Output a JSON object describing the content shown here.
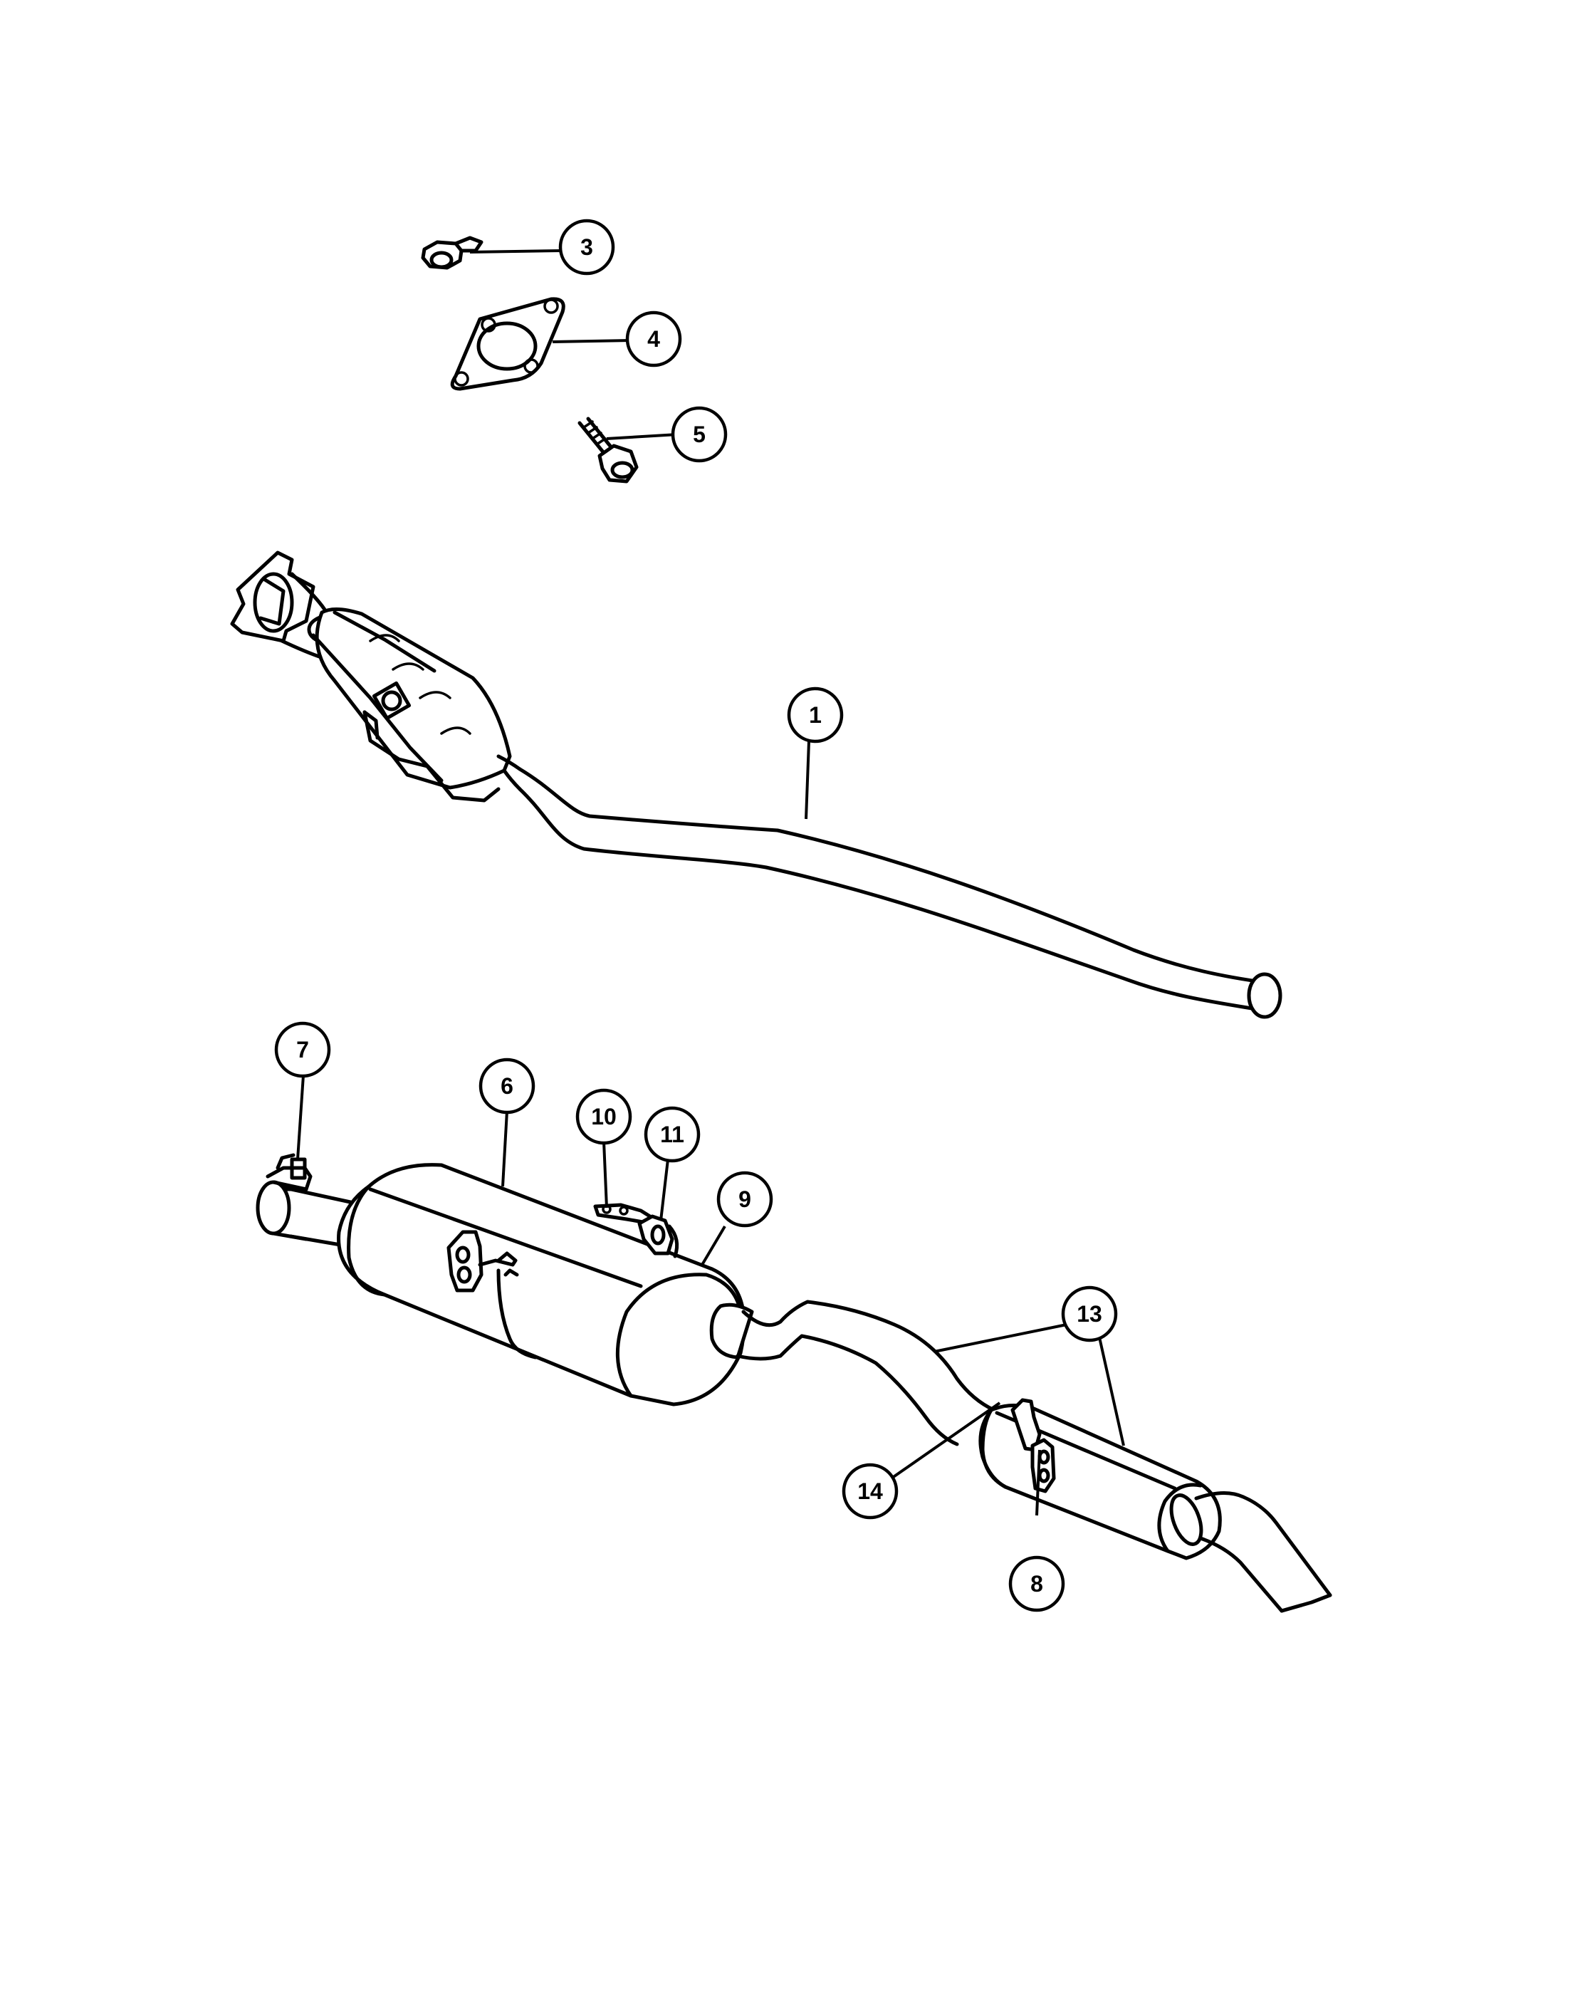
{
  "callouts": [
    {
      "id": "3",
      "label": "3"
    },
    {
      "id": "4",
      "label": "4"
    },
    {
      "id": "5",
      "label": "5"
    },
    {
      "id": "1",
      "label": "1"
    },
    {
      "id": "7",
      "label": "7"
    },
    {
      "id": "6",
      "label": "6"
    },
    {
      "id": "10",
      "label": "10"
    },
    {
      "id": "11",
      "label": "11"
    },
    {
      "id": "9",
      "label": "9"
    },
    {
      "id": "13",
      "label": "13"
    },
    {
      "id": "14",
      "label": "14"
    },
    {
      "id": "8",
      "label": "8"
    }
  ]
}
